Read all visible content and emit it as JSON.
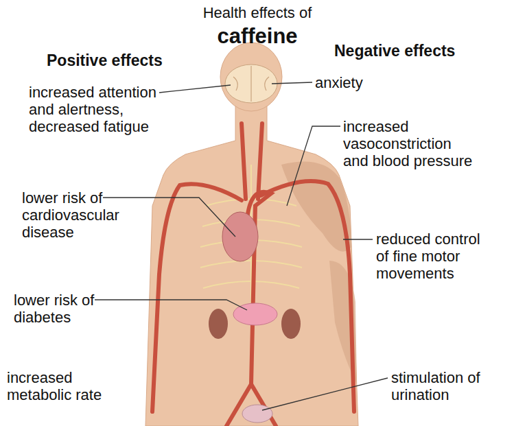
{
  "diagram": {
    "title": "Health effects of caffeine",
    "nodes": [
      {
        "text": [
          "Positive effects",
          "increased attention and alertness, decreased fatigue",
          "lower risk of cardiovascular disease",
          "lower risk of diabetes",
          "increased metabolic rate"
        ]
      },
      {
        "text": [
          "Negative effects",
          "anxiety",
          "increased vasoconstriction and blood pressure",
          "reduced control of fine motor movements",
          "stimulation of urination"
        ]
      }
    ]
  }
}
